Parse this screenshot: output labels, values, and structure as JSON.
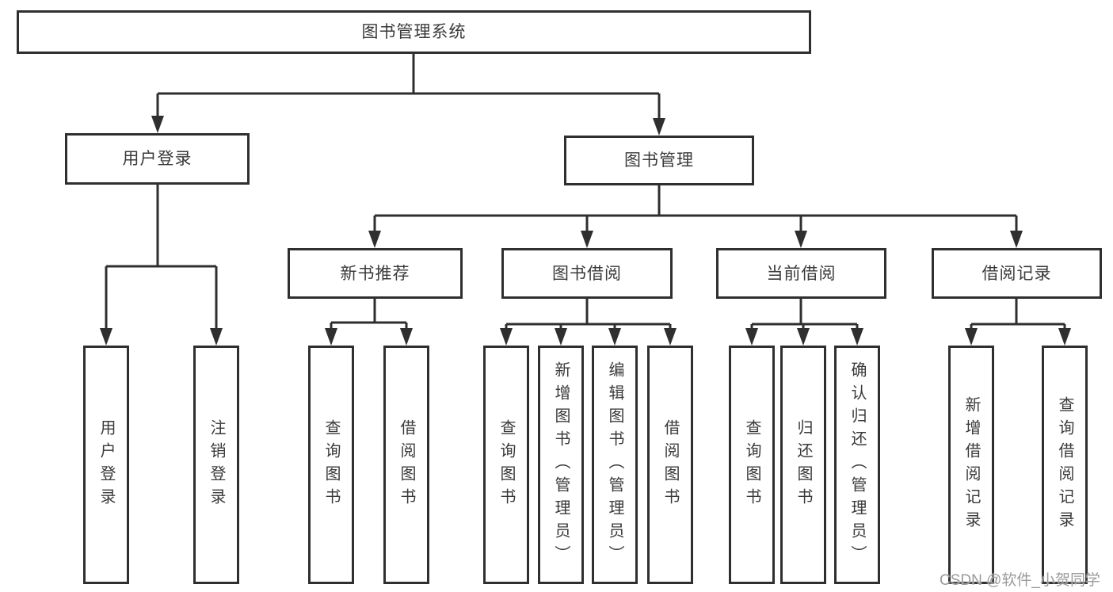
{
  "diagram": {
    "watermark": "CSDN @软件_小贺同学",
    "line_color": "#2f2f2f",
    "nodes": {
      "root": "图书管理系统",
      "user_login": "用户登录",
      "book_mgmt": "图书管理",
      "new_book_rec": "新书推荐",
      "book_borrow": "图书借阅",
      "current_borrow": "当前借阅",
      "borrow_records": "借阅记录",
      "login": "用户登录",
      "logout": "注销登录",
      "nbr_query_book": "查询图书",
      "nbr_borrow_book": "借阅图书",
      "bb_query_book": "查询图书",
      "bb_add_book": "新增图书（管理员）",
      "bb_edit_book": "编辑图书（管理员）",
      "bb_borrow_book": "借阅图书",
      "cb_query_book": "查询图书",
      "cb_return_book": "归还图书",
      "cb_confirm_return": "确认归还（管理员）",
      "br_add_record": "新增借阅记录",
      "br_query_record": "查询借阅记录"
    }
  }
}
